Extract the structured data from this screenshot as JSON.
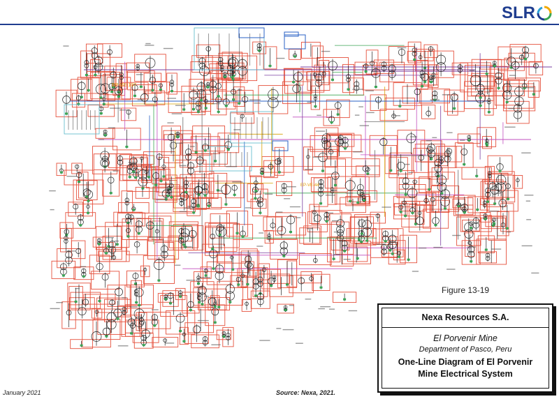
{
  "header": {
    "logo_text": "SLR",
    "logo_icon": "slr-swirl-icon",
    "rule_color": "#1f3d8f"
  },
  "diagram": {
    "labels": {
      "ep_ve_107": "EP-VE-107",
      "ep_ve_44": "EP-VE-44"
    },
    "line_color": "#e5503c",
    "accent_colors": [
      "#e5503c",
      "#7a3fa0",
      "#2a62c4",
      "#3aa655",
      "#d6a000",
      "#c14fbf"
    ]
  },
  "figure_label": "Figure 13-19",
  "title_block": {
    "company": "Nexa Resources S.A.",
    "mine": "El Porvenir Mine",
    "department": "Department of Pasco, Peru",
    "title_line_1": "One-Line Diagram of El Porvenir",
    "title_line_2": "Mine Electrical System"
  },
  "footer": {
    "date": "January 2021",
    "source": "Source: Nexa, 2021."
  }
}
